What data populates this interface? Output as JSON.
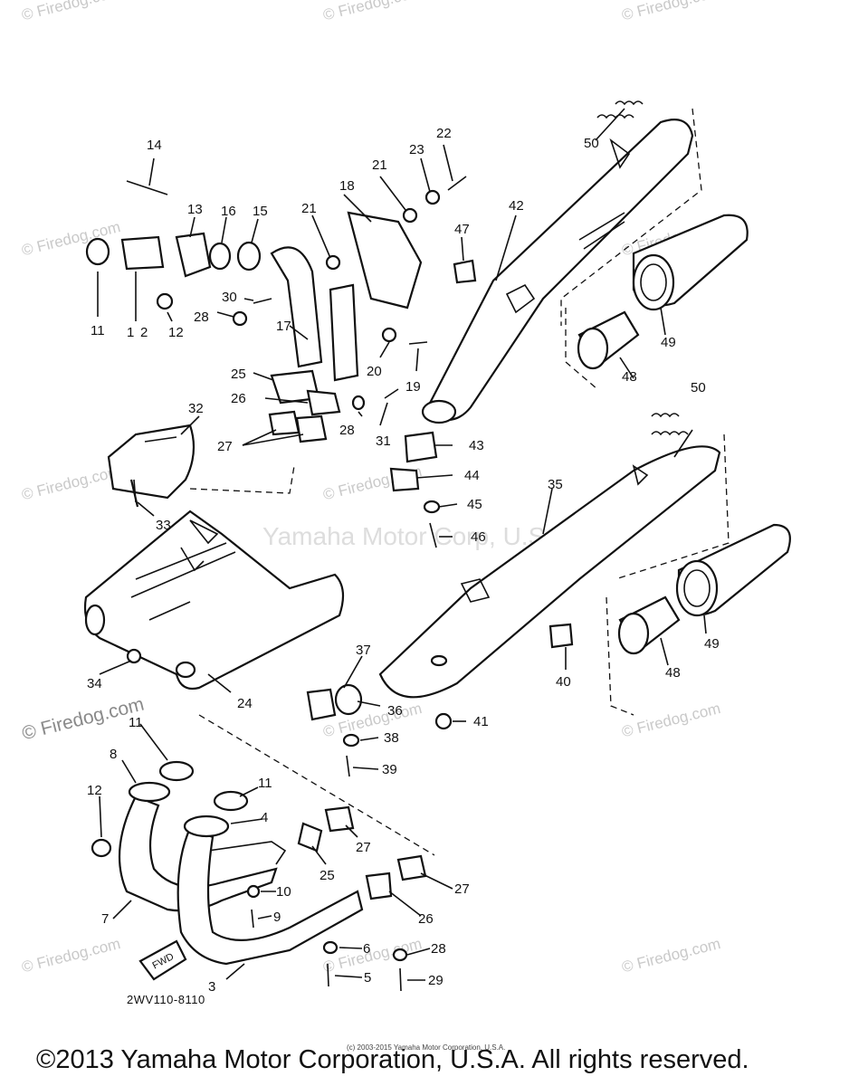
{
  "watermark": {
    "text": "© Firedog.com",
    "center_text": "Yamaha Motor Corp, U.S.A."
  },
  "diagram_code": "2WV110-8110",
  "fine_print": "(c) 2003-2015 Yamaha Motor Corporation, U.S.A.",
  "copyright": "©2013 Yamaha Motor Corporation, U.S.A. All rights reserved.",
  "arrow_label": "FWD",
  "callouts": [
    "1",
    "2",
    "3",
    "4",
    "5",
    "6",
    "7",
    "8",
    "9",
    "10",
    "11",
    "12",
    "13",
    "14",
    "15",
    "16",
    "17",
    "18",
    "19",
    "20",
    "21",
    "22",
    "23",
    "24",
    "25",
    "26",
    "27",
    "28",
    "29",
    "30",
    "31",
    "32",
    "33",
    "34",
    "35",
    "36",
    "37",
    "38",
    "39",
    "40",
    "41",
    "42",
    "43",
    "44",
    "45",
    "46",
    "47",
    "48",
    "49",
    "50"
  ]
}
